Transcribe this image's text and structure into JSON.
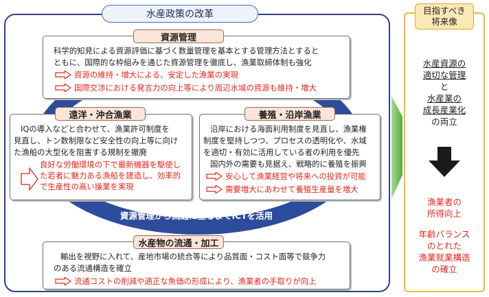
{
  "title": "水産政策の改革",
  "ict_label": "資源管理から流通に至るまでICTを活用",
  "resource_mgmt": {
    "header": "資源管理",
    "body": [
      "科学的知見による資源評価に基づく数量管理を基本とする管理方法とすると",
      "ともに、国際的な枠組みを通じた資源管理を徹底し、漁業取締体制も強化"
    ],
    "outcomes": [
      "資源の維持・増大による、安定した漁業の実現",
      "国際交渉における発言力の向上等により周辺水域の資源も維持・増大"
    ]
  },
  "offshore_fishery": {
    "header": "遠洋・沖合漁業",
    "body": [
      "IQの導入などと合わせて、漁業許可制度を",
      "見直し、トン数制限など安全性の向上等に向け",
      "た漁船の大型化を阻害する規制を撤廃"
    ],
    "outcome": [
      "良好な労働環境の下で最新機器を駆使し",
      "た若者に魅力ある漁船を建造し、効率的",
      "で生産性の高い操業を実現"
    ]
  },
  "aquaculture": {
    "header": "養殖・沿岸漁業",
    "body": [
      "沿岸における海面利用制度を見直し、漁業権",
      "制度を堅持しつつ、プロセスの透明化や、水域",
      "を適切・有効に活用している者の利用を優先",
      "国内外の需要も見据え、戦略的に養殖を振興"
    ],
    "outcomes": [
      "安心して漁業経営や将来への投資が可能",
      "需要増大にあわせて養殖生産量を増大"
    ]
  },
  "distribution": {
    "header": "水産物の流通・加工",
    "body": [
      "輸出を視野に入れて、産地市場の統合等により品質面・コスト面等で競争力",
      "のある流通構造を確立"
    ],
    "outcome": "流通コストの削減や適正な魚価の形成により、漁業者の手取りが向上"
  },
  "future": {
    "header": [
      "目指すべき",
      "将来像"
    ],
    "goals": [
      "水産資源の",
      "適切な管理",
      "と",
      "水産業の",
      "成長産業化",
      "の両立"
    ],
    "results_1": [
      "漁業者の",
      "所得向上"
    ],
    "results_2": [
      "年齢バランス",
      "のとれた",
      "漁業就業構造",
      "の確立"
    ]
  },
  "colors": {
    "navy": "#2f3f86",
    "circle_blue": "#2e4c9c",
    "salmon": "#fbe4d8",
    "red": "#e0281c",
    "green_arrow": "#6cbd45",
    "gold": "#f0b93a"
  }
}
